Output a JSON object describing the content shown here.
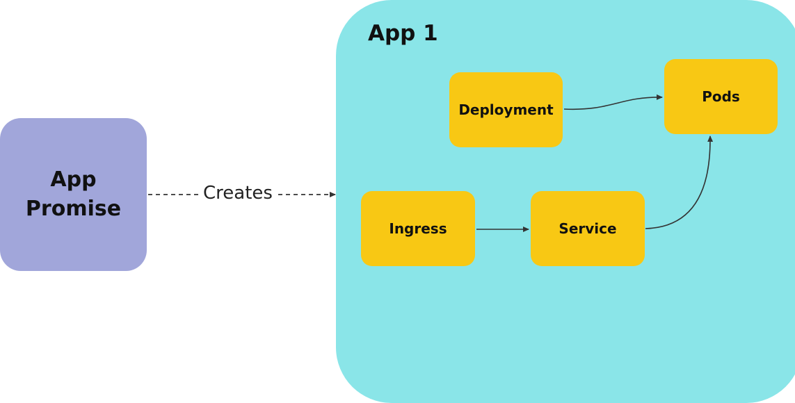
{
  "diagram": {
    "promise_node": {
      "lines": [
        "App",
        "Promise"
      ],
      "color": "#a1a6da"
    },
    "creates_edge": {
      "label": "Creates",
      "style": "dashed"
    },
    "app_container": {
      "title": "App 1",
      "color": "#8ae5e8"
    },
    "resource_nodes": {
      "deployment": "Deployment",
      "pods": "Pods",
      "ingress": "Ingress",
      "service": "Service",
      "color": "#f8c814"
    },
    "edges": [
      {
        "from": "Deployment",
        "to": "Pods"
      },
      {
        "from": "Ingress",
        "to": "Service"
      },
      {
        "from": "Service",
        "to": "Pods"
      }
    ]
  }
}
